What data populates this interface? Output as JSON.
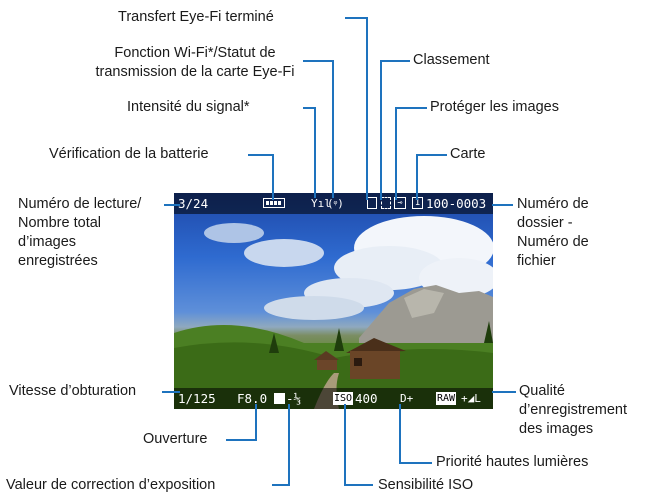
{
  "labels": {
    "eyefi_done": "Transfert Eye-Fi terminé",
    "wifi_line1": "Fonction Wi-Fi*/Statut de",
    "wifi_line2": "transmission de la carte Eye-Fi",
    "signal": "Intensité du signal*",
    "battery": "Vérification de la batterie",
    "rating": "Classement",
    "protect": "Protéger les images",
    "card": "Carte",
    "playback_line1": "Numéro de lecture/",
    "playback_line2": "Nombre total",
    "playback_line3": "d’images",
    "playback_line4": "enregistrées",
    "folder_line1": "Numéro de",
    "folder_line2": "dossier -",
    "folder_line3": "Numéro de",
    "folder_line4": "fichier",
    "shutter": "Vitesse d’obturation",
    "quality_line1": "Qualité",
    "quality_line2": "d’enregistrement",
    "quality_line3": "des images",
    "aperture": "Ouverture",
    "highlight": "Priorité hautes lumières",
    "exposure_comp": "Valeur de correction d’exposition",
    "iso": "Sensibilité ISO"
  },
  "screen": {
    "playback_count": "3/24",
    "file_number": "100-0003",
    "card_number": "1",
    "shutter_value": "1/125",
    "aperture_value": "F8.0",
    "exposure_value": "-⅓",
    "iso_tag": "ISO",
    "iso_value": "400",
    "highlight_tag": "D+",
    "raw_tag": "RAW",
    "quality_suffix": "+◢L"
  },
  "colors": {
    "leader_line": "#1e73be",
    "text": "#1a1a1a"
  }
}
